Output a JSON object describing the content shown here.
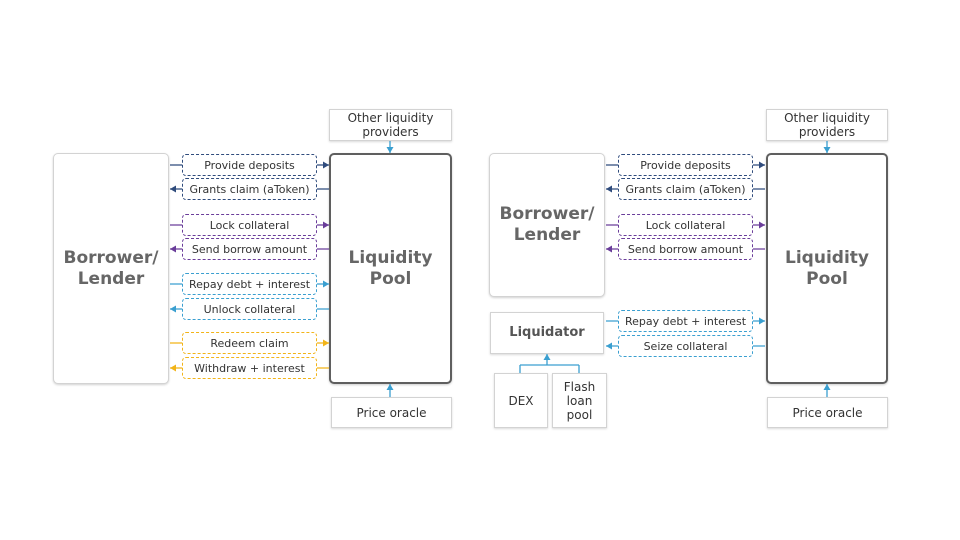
{
  "colors": {
    "navy": "#2f4b7c",
    "purple": "#6a3d9a",
    "lightblue": "#3a9fd0",
    "yellow": "#f2b418",
    "gray": "#555555"
  },
  "left": {
    "actor": "Borrower/\nLender",
    "pool": "Liquidity\nPool",
    "top_provider": "Other liquidity\nproviders",
    "oracle": "Price oracle",
    "flows": [
      {
        "label": "Provide deposits",
        "dir": "right",
        "color": "navy"
      },
      {
        "label": "Grants claim (aToken)",
        "dir": "left",
        "color": "navy"
      },
      {
        "label": "Lock collateral",
        "dir": "right",
        "color": "purple"
      },
      {
        "label": "Send borrow amount",
        "dir": "left",
        "color": "purple"
      },
      {
        "label": "Repay debt + interest",
        "dir": "right",
        "color": "lightblue"
      },
      {
        "label": "Unlock collateral",
        "dir": "left",
        "color": "lightblue"
      },
      {
        "label": "Redeem claim",
        "dir": "right",
        "color": "yellow"
      },
      {
        "label": "Withdraw + interest",
        "dir": "left",
        "color": "yellow"
      }
    ]
  },
  "right": {
    "actor": "Borrower/\nLender",
    "pool": "Liquidity\nPool",
    "top_provider": "Other liquidity\nproviders",
    "oracle": "Price oracle",
    "liquidator": "Liquidator",
    "dex": "DEX",
    "flash": "Flash\nloan\npool",
    "flows": [
      {
        "label": "Provide deposits",
        "dir": "right",
        "color": "navy"
      },
      {
        "label": "Grants claim (aToken)",
        "dir": "left",
        "color": "navy"
      },
      {
        "label": "Lock collateral",
        "dir": "right",
        "color": "purple"
      },
      {
        "label": "Send borrow amount",
        "dir": "left",
        "color": "purple"
      },
      {
        "label": "Repay debt + interest",
        "dir": "right",
        "color": "lightblue"
      },
      {
        "label": "Seize collateral",
        "dir": "left",
        "color": "lightblue"
      }
    ]
  }
}
